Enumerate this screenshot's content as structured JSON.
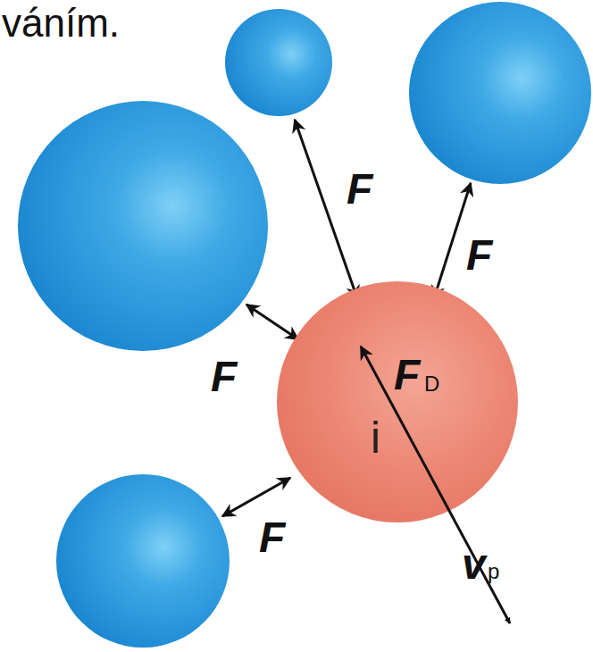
{
  "diagram": {
    "nodes": [
      {
        "text": [
          "i"
        ]
      }
    ],
    "labels": [
      "váním.",
      "F",
      "F",
      "F",
      "F",
      "F",
      "D",
      "v",
      "p"
    ]
  }
}
